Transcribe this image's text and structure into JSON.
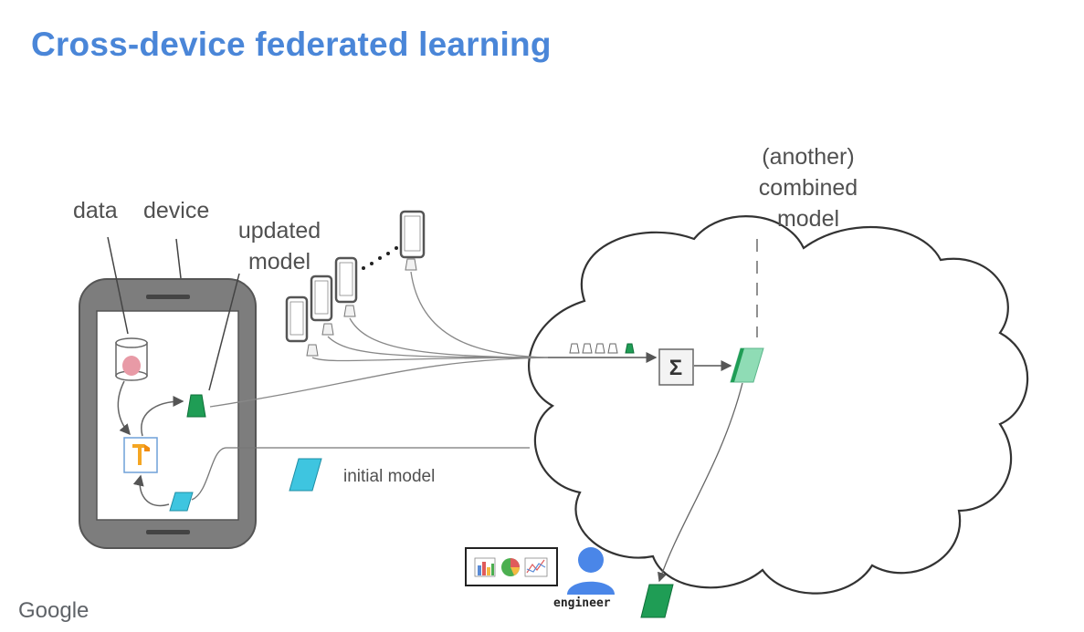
{
  "title": "Cross-device federated learning",
  "labels": {
    "data": "data",
    "device": "device",
    "updated_model_line1": "updated",
    "updated_model_line2": "model",
    "combined_line1": "(another)",
    "combined_line2": "combined",
    "combined_line3": "model",
    "initial_model": "initial model",
    "aggregator_symbol": "Σ",
    "engineer": "engineer",
    "logo": "Google"
  },
  "icons": {
    "tensorflow": "tensorflow-icon",
    "database": "database-icon",
    "person": "person-icon"
  },
  "colors": {
    "title_blue": "#4a86d8",
    "update_green": "#1f9d55",
    "combined_green": "#8fdcb5",
    "initial_cyan": "#3ec5e0",
    "device_gray": "#7a7a7a",
    "db_pink": "#e89aa6",
    "tf_orange": "#f5a623"
  }
}
